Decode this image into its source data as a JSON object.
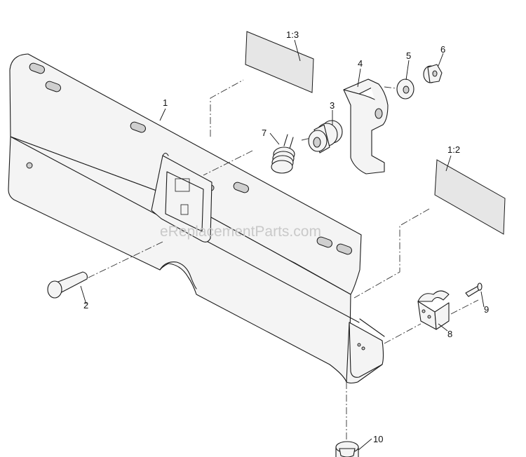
{
  "diagram": {
    "callouts": {
      "c1": "1",
      "c1_2": "1:2",
      "c1_3": "1:3",
      "c2": "2",
      "c3": "3",
      "c4": "4",
      "c5": "5",
      "c6": "6",
      "c7": "7",
      "c8": "8",
      "c9": "9",
      "c10": "10"
    },
    "watermark": "eReplacementParts.com"
  }
}
